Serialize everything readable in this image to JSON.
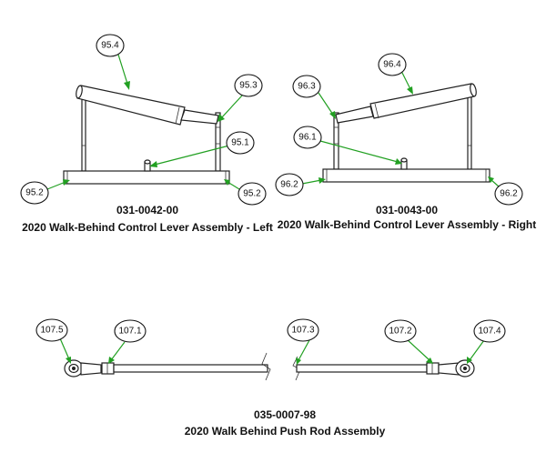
{
  "assemblies": {
    "left": {
      "part_number": "031-0042-00",
      "title": "2020 Walk-Behind Control Lever Assembly - Left",
      "callouts": [
        "95.4",
        "95.3",
        "95.1",
        "95.2",
        "95.2"
      ]
    },
    "right": {
      "part_number": "031-0043-00",
      "title": "2020 Walk-Behind Control Lever Assembly - Right",
      "callouts": [
        "96.4",
        "96.3",
        "96.1",
        "96.2",
        "96.2"
      ]
    },
    "push_rod": {
      "part_number": "035-0007-98",
      "title": "2020 Walk Behind Push Rod Assembly",
      "callouts": [
        "107.5",
        "107.1",
        "107.3",
        "107.2",
        "107.4"
      ]
    }
  },
  "colors": {
    "leader": "#22a022",
    "outline": "#222222"
  }
}
